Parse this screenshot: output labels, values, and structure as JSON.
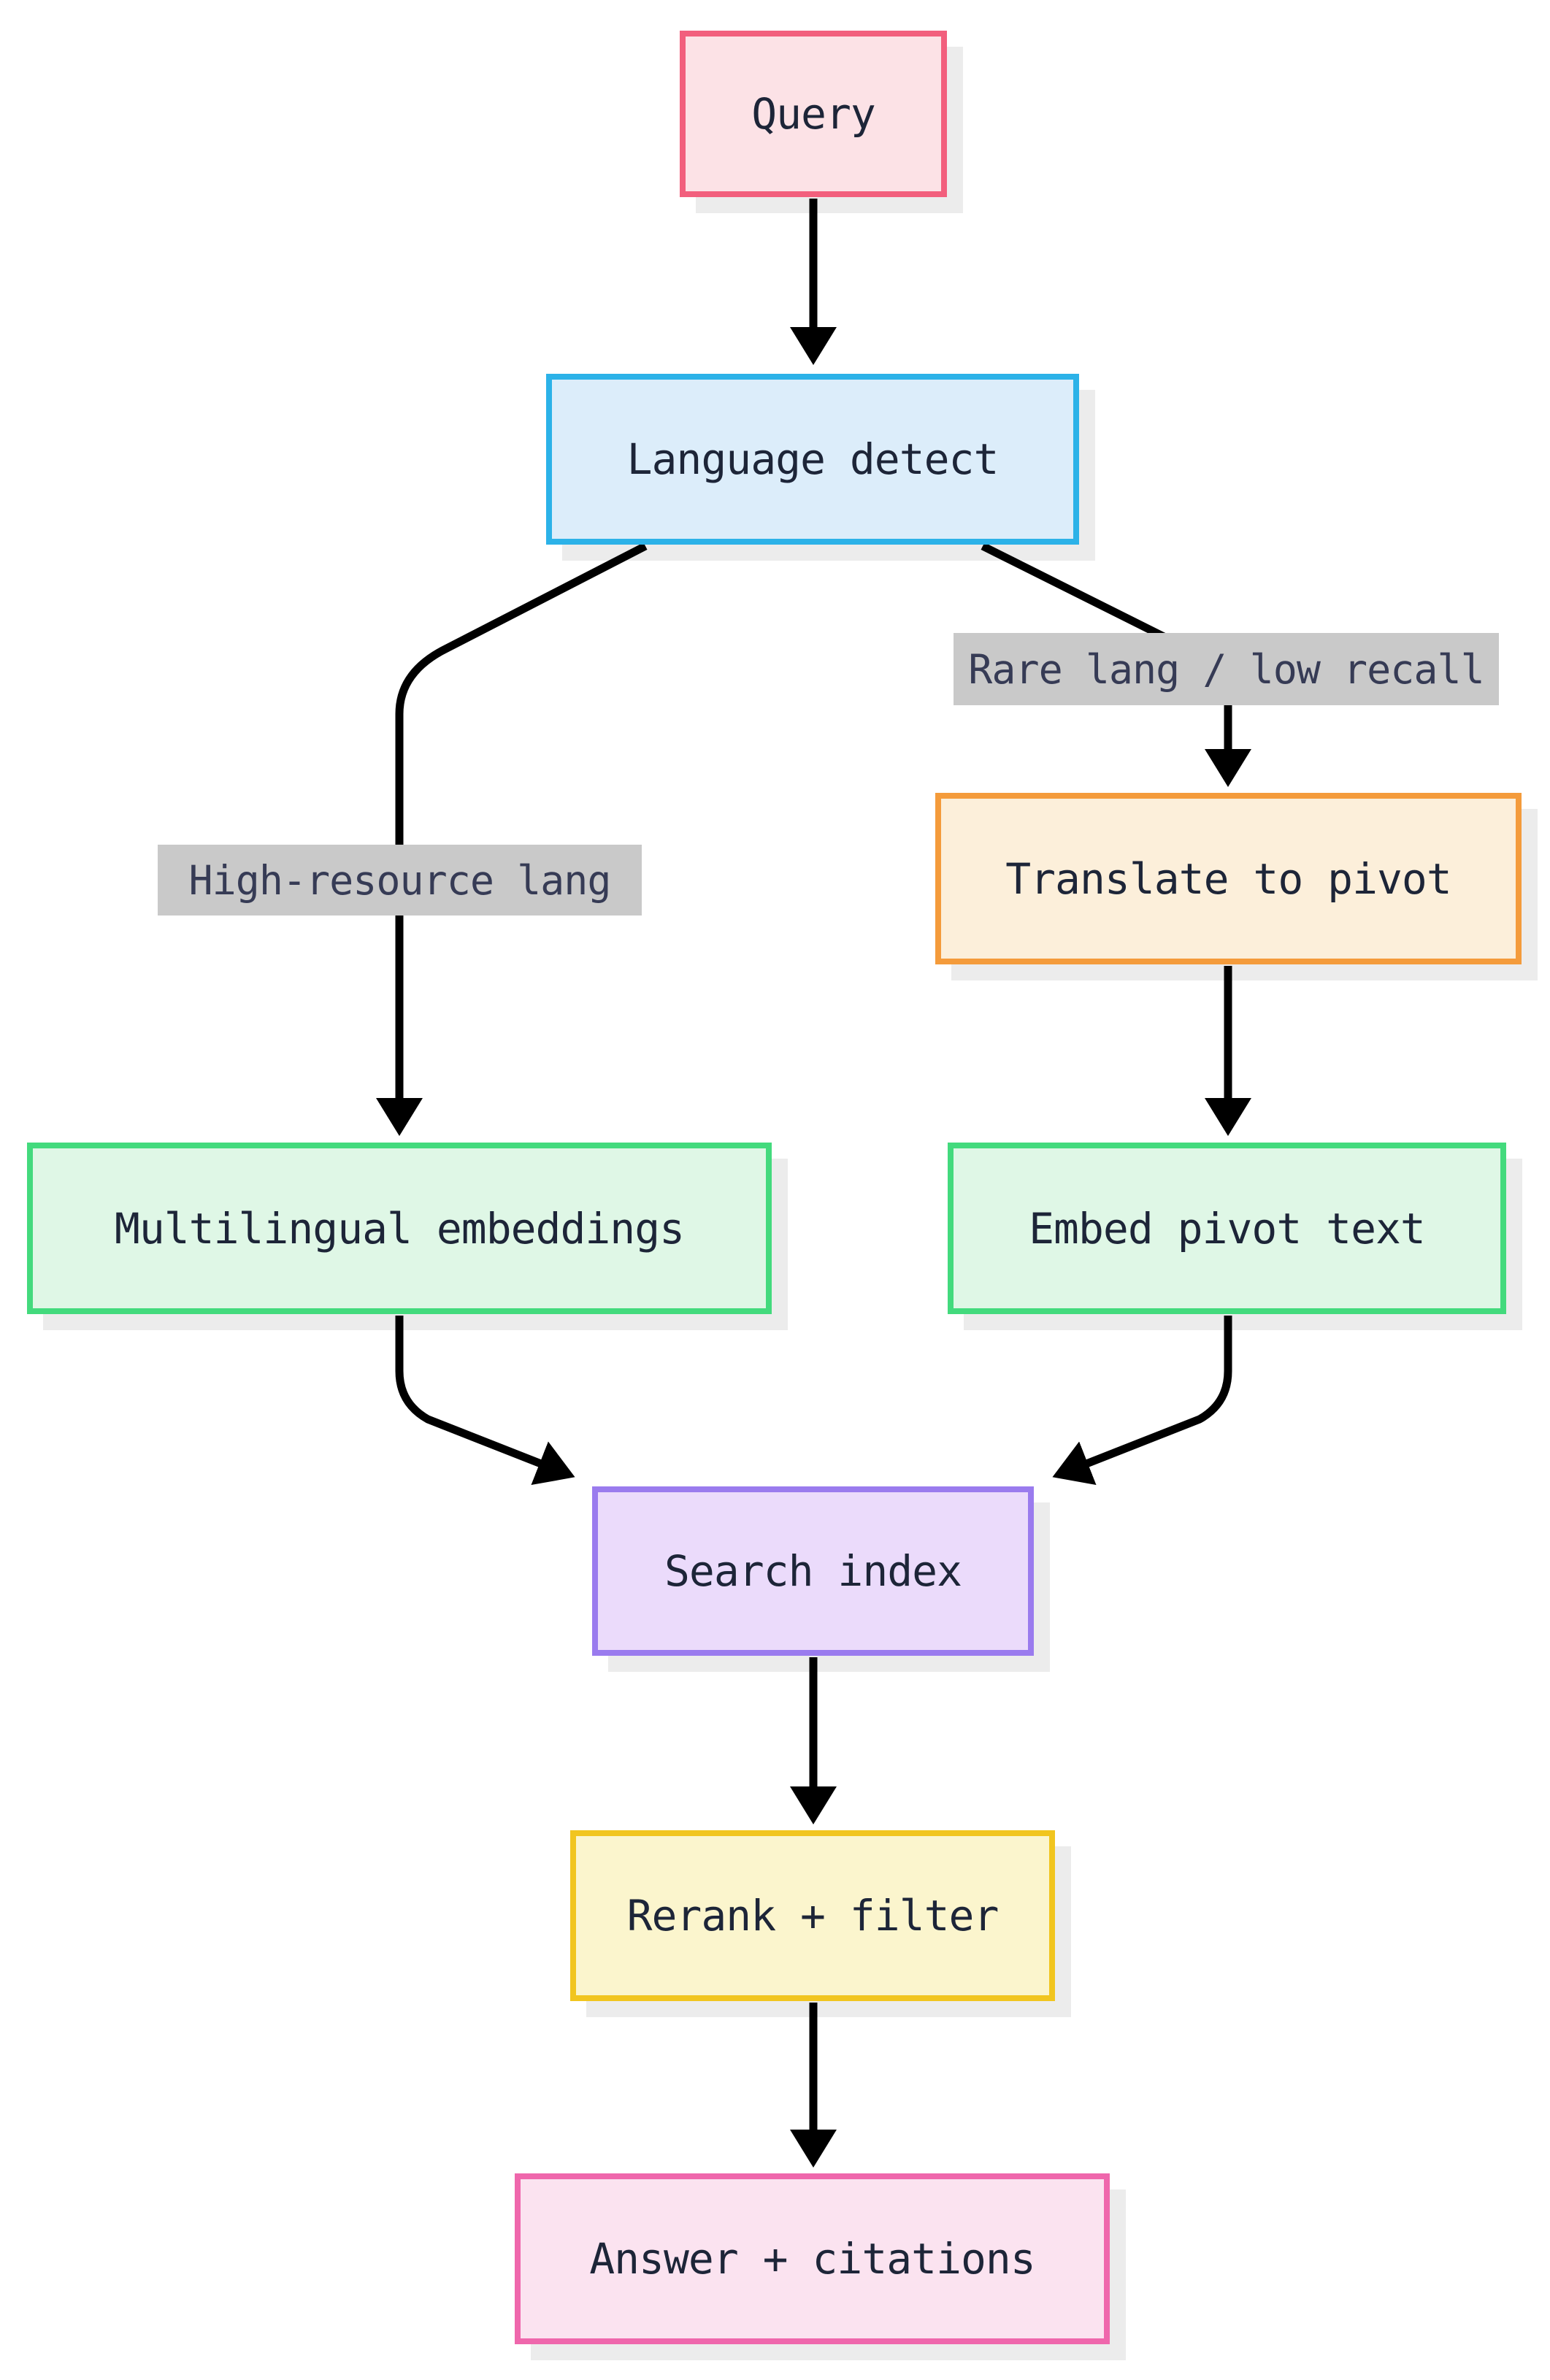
{
  "canvas": {
    "background": "#ffffff",
    "edge_color": "#000000",
    "shadow_color": "#ececec",
    "node_text_color": "#1d2538",
    "label_text_color": "#363b55"
  },
  "diagram": {
    "type": "flowchart",
    "direction": "top-down",
    "nodes": [
      {
        "id": "query",
        "label": "Query",
        "fill": "#fce2e6",
        "border": "#f25f7d"
      },
      {
        "id": "language-detect",
        "label": "Language detect",
        "fill": "#dcedfa",
        "border": "#2cb2e8"
      },
      {
        "id": "translate-to-pivot",
        "label": "Translate to pivot",
        "fill": "#fcefda",
        "border": "#f49b3b"
      },
      {
        "id": "multilingual-embeddings",
        "label": "Multilingual embeddings",
        "fill": "#dff7e6",
        "border": "#43da7d"
      },
      {
        "id": "embed-pivot-text",
        "label": "Embed pivot text",
        "fill": "#dff7e6",
        "border": "#43da7d"
      },
      {
        "id": "search-index",
        "label": "Search index",
        "fill": "#ebdbfb",
        "border": "#9a7bee"
      },
      {
        "id": "rerank-filter",
        "label": "Rerank + filter",
        "fill": "#fbf5cd",
        "border": "#f1c51f"
      },
      {
        "id": "answer-citations",
        "label": "Answer + citations",
        "fill": "#fbe3f0",
        "border": "#ef67ac"
      }
    ],
    "edge_labels": [
      {
        "id": "high-resource-lang",
        "text": "High-resource lang",
        "background": "#c9c9c9"
      },
      {
        "id": "rare-lang-low-recall",
        "text": "Rare lang / low recall",
        "background": "#c9c9c9"
      }
    ],
    "edges": [
      {
        "from": "query",
        "to": "language-detect",
        "label": ""
      },
      {
        "from": "language-detect",
        "to": "multilingual-embeddings",
        "label": "High-resource lang"
      },
      {
        "from": "language-detect",
        "to": "translate-to-pivot",
        "label": "Rare lang / low recall"
      },
      {
        "from": "translate-to-pivot",
        "to": "embed-pivot-text",
        "label": ""
      },
      {
        "from": "multilingual-embeddings",
        "to": "search-index",
        "label": ""
      },
      {
        "from": "embed-pivot-text",
        "to": "search-index",
        "label": ""
      },
      {
        "from": "search-index",
        "to": "rerank-filter",
        "label": ""
      },
      {
        "from": "rerank-filter",
        "to": "answer-citations",
        "label": ""
      }
    ]
  }
}
